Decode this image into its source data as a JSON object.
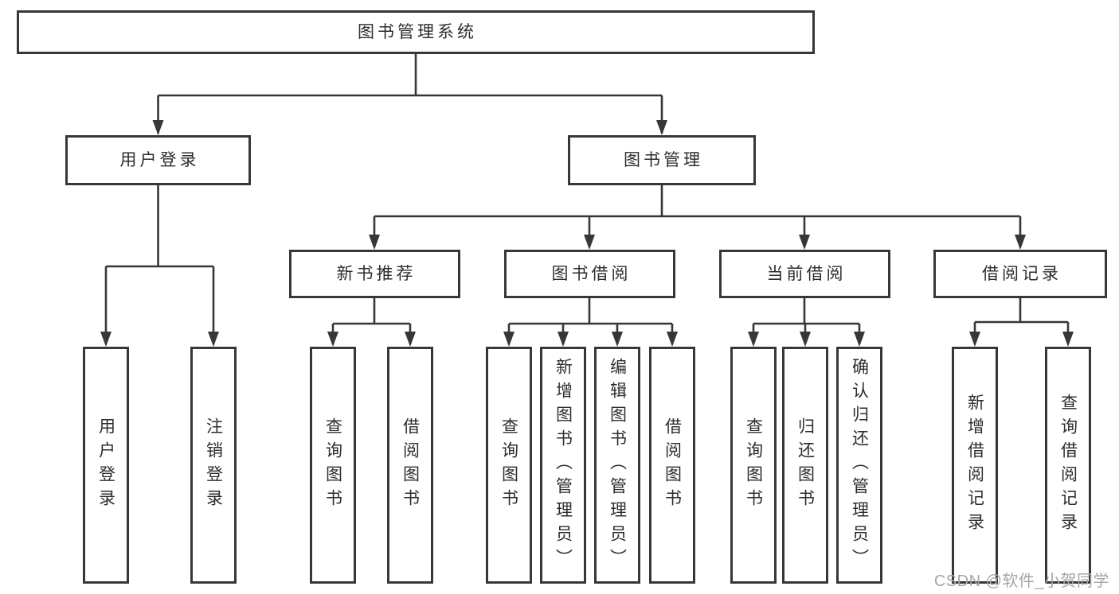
{
  "tree": {
    "root": "图书管理系统",
    "level2": {
      "user_login": "用户登录",
      "book_management": "图书管理"
    },
    "level3": {
      "new_book_recommend": "新书推荐",
      "book_borrow": "图书借阅",
      "current_borrow": "当前借阅",
      "borrow_records": "借阅记录"
    },
    "leaves": {
      "user_login": [
        "用户登录",
        "注销登录"
      ],
      "new_book_recommend": [
        "查询图书",
        "借阅图书"
      ],
      "book_borrow": [
        "查询图书",
        "新增图书（管理员）",
        "编辑图书（管理员）",
        "借阅图书"
      ],
      "current_borrow": [
        "查询图书",
        "归还图书",
        "确认归还（管理员）"
      ],
      "borrow_records": [
        "新增借阅记录",
        "查询借阅记录"
      ]
    }
  },
  "watermark": {
    "text": "CSDN @软件_小贺同学"
  },
  "colors": {
    "line": "#373737",
    "text": "#2d2d2d",
    "node_background": "#ffffff",
    "page_background": "#ffffff",
    "watermark": "#a5a5a5"
  }
}
